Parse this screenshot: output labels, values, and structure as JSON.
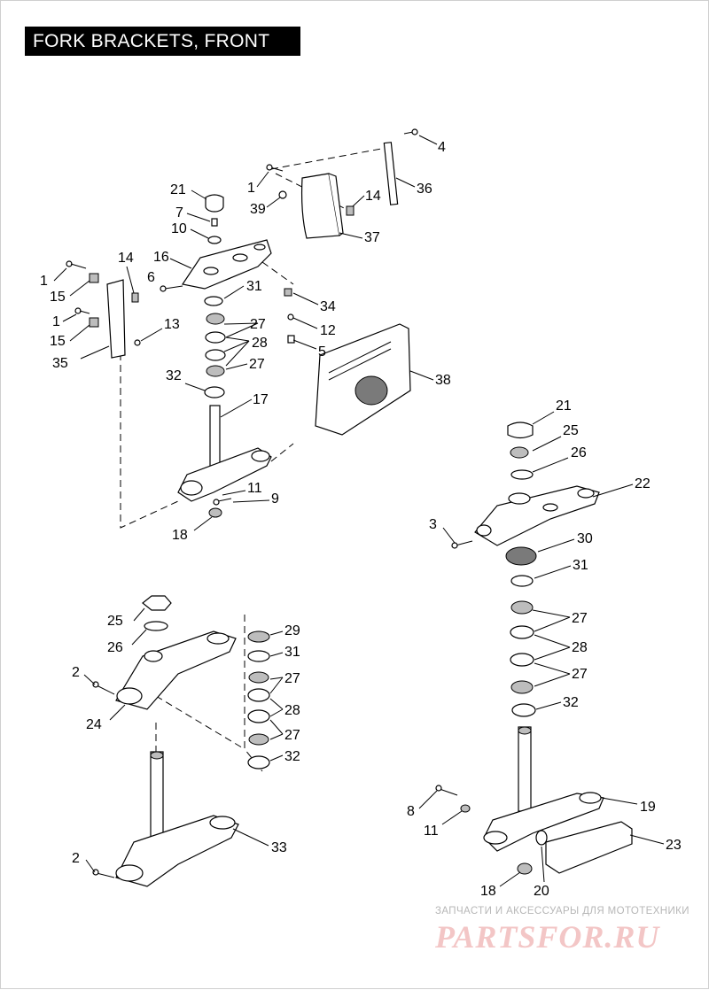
{
  "title": "FORK BRACKETS, FRONT",
  "callouts": [
    {
      "id": "c4",
      "label": "4"
    },
    {
      "id": "c1a",
      "label": "1"
    },
    {
      "id": "c36",
      "label": "36"
    },
    {
      "id": "c14a",
      "label": "14"
    },
    {
      "id": "c39",
      "label": "39"
    },
    {
      "id": "c37",
      "label": "37"
    },
    {
      "id": "c21a",
      "label": "21"
    },
    {
      "id": "c7",
      "label": "7"
    },
    {
      "id": "c10",
      "label": "10"
    },
    {
      "id": "c16",
      "label": "16"
    },
    {
      "id": "c1b",
      "label": "1"
    },
    {
      "id": "c14b",
      "label": "14"
    },
    {
      "id": "c15a",
      "label": "15"
    },
    {
      "id": "c6",
      "label": "6"
    },
    {
      "id": "c31a",
      "label": "31"
    },
    {
      "id": "c34",
      "label": "34"
    },
    {
      "id": "c1c",
      "label": "1"
    },
    {
      "id": "c27a",
      "label": "27"
    },
    {
      "id": "c12",
      "label": "12"
    },
    {
      "id": "c15b",
      "label": "15"
    },
    {
      "id": "c13",
      "label": "13"
    },
    {
      "id": "c28a",
      "label": "28"
    },
    {
      "id": "c5",
      "label": "5"
    },
    {
      "id": "c35",
      "label": "35"
    },
    {
      "id": "c27b",
      "label": "27"
    },
    {
      "id": "c38",
      "label": "38"
    },
    {
      "id": "c32a",
      "label": "32"
    },
    {
      "id": "c17",
      "label": "17"
    },
    {
      "id": "c21b",
      "label": "21"
    },
    {
      "id": "c25a",
      "label": "25"
    },
    {
      "id": "c26a",
      "label": "26"
    },
    {
      "id": "c22",
      "label": "22"
    },
    {
      "id": "c11a",
      "label": "11"
    },
    {
      "id": "c9",
      "label": "9"
    },
    {
      "id": "c18a",
      "label": "18"
    },
    {
      "id": "c3",
      "label": "3"
    },
    {
      "id": "c30",
      "label": "30"
    },
    {
      "id": "c31b",
      "label": "31"
    },
    {
      "id": "c25b",
      "label": "25"
    },
    {
      "id": "c29",
      "label": "29"
    },
    {
      "id": "c26b",
      "label": "26"
    },
    {
      "id": "c31c",
      "label": "31"
    },
    {
      "id": "c27c",
      "label": "27"
    },
    {
      "id": "c2a",
      "label": "2"
    },
    {
      "id": "c27d",
      "label": "27"
    },
    {
      "id": "c28b",
      "label": "28"
    },
    {
      "id": "c28c",
      "label": "28"
    },
    {
      "id": "c24",
      "label": "24"
    },
    {
      "id": "c27e",
      "label": "27"
    },
    {
      "id": "c27f",
      "label": "27"
    },
    {
      "id": "c32b",
      "label": "32"
    },
    {
      "id": "c32c",
      "label": "32"
    },
    {
      "id": "c19",
      "label": "19"
    },
    {
      "id": "c8",
      "label": "8"
    },
    {
      "id": "c11b",
      "label": "11"
    },
    {
      "id": "c33",
      "label": "33"
    },
    {
      "id": "c23",
      "label": "23"
    },
    {
      "id": "c2b",
      "label": "2"
    },
    {
      "id": "c18b",
      "label": "18"
    },
    {
      "id": "c20",
      "label": "20"
    }
  ],
  "watermark": {
    "tagline": "ЗАПЧАСТИ И АКСЕССУАРЫ ДЛЯ МОТОТЕХНИКИ",
    "logo": "PARTSFOR.RU"
  }
}
